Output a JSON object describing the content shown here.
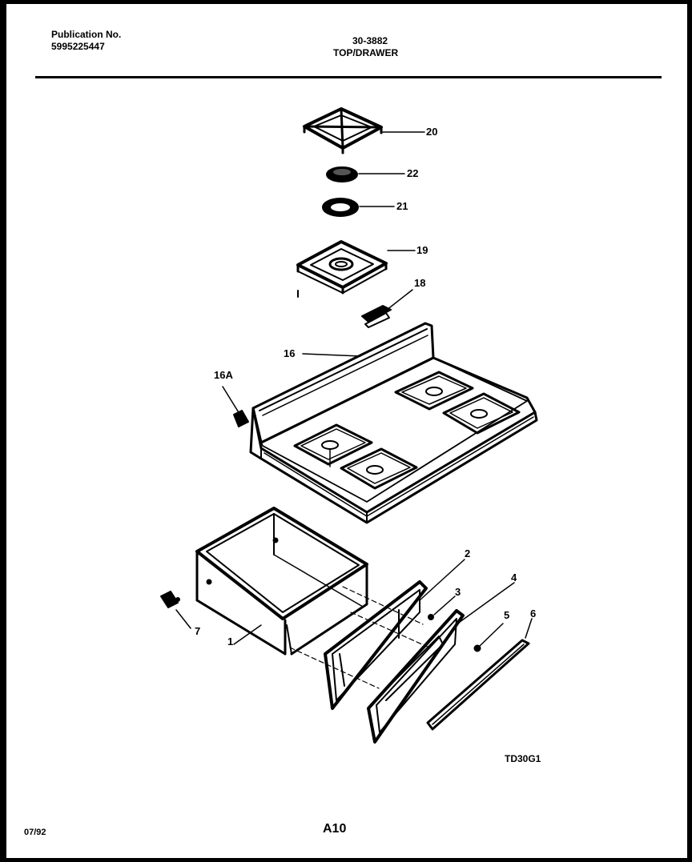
{
  "header": {
    "publication_label": "Publication No.",
    "publication_number": "5995225447",
    "model": "30-3882",
    "section": "TOP/DRAWER"
  },
  "callouts": {
    "p20": "20",
    "p22": "22",
    "p21": "21",
    "p19": "19",
    "p18": "18",
    "p16": "16",
    "p16a": "16A",
    "p2": "2",
    "p3": "3",
    "p4": "4",
    "p5": "5",
    "p6": "6",
    "p7": "7",
    "p1": "1"
  },
  "diagram_code": "TD30G1",
  "footer": {
    "date": "07/92",
    "page": "A10"
  }
}
